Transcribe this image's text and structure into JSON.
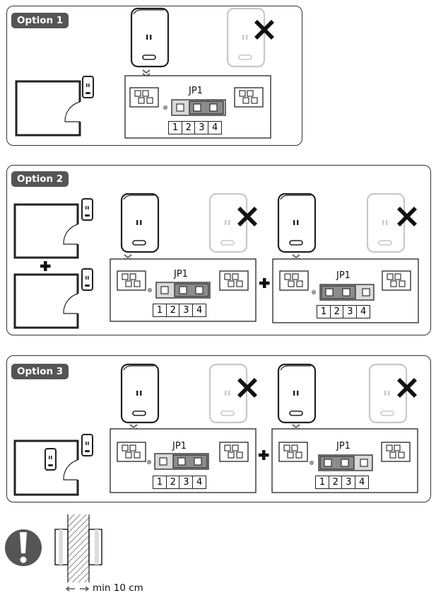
{
  "options": [
    {
      "label": "Option 1",
      "jumper": "JP1",
      "pins": [
        "1",
        "2",
        "3",
        "4"
      ],
      "jumper_on_pins": "2-3"
    },
    {
      "label": "Option 2",
      "jumper": "JP1",
      "pins": [
        "1",
        "2",
        "3",
        "4"
      ],
      "left_config": {
        "jumper_on_pins": "2-3"
      },
      "right_config": {
        "jumper_on_pins": "1-2"
      }
    },
    {
      "label": "Option 3",
      "jumper": "JP1",
      "pins": [
        "1",
        "2",
        "3",
        "4"
      ],
      "left_config": {
        "jumper_on_pins": "2-3"
      },
      "right_config": {
        "jumper_on_pins": "1-2"
      }
    }
  ],
  "warning": {
    "distance_label": "min 10 cm",
    "icon": "exclamation-icon"
  },
  "colors": {
    "outline": "#222222",
    "jumper_fill": "#8c8c8c",
    "badge": "#555555",
    "faded": "#c8c8c8"
  }
}
